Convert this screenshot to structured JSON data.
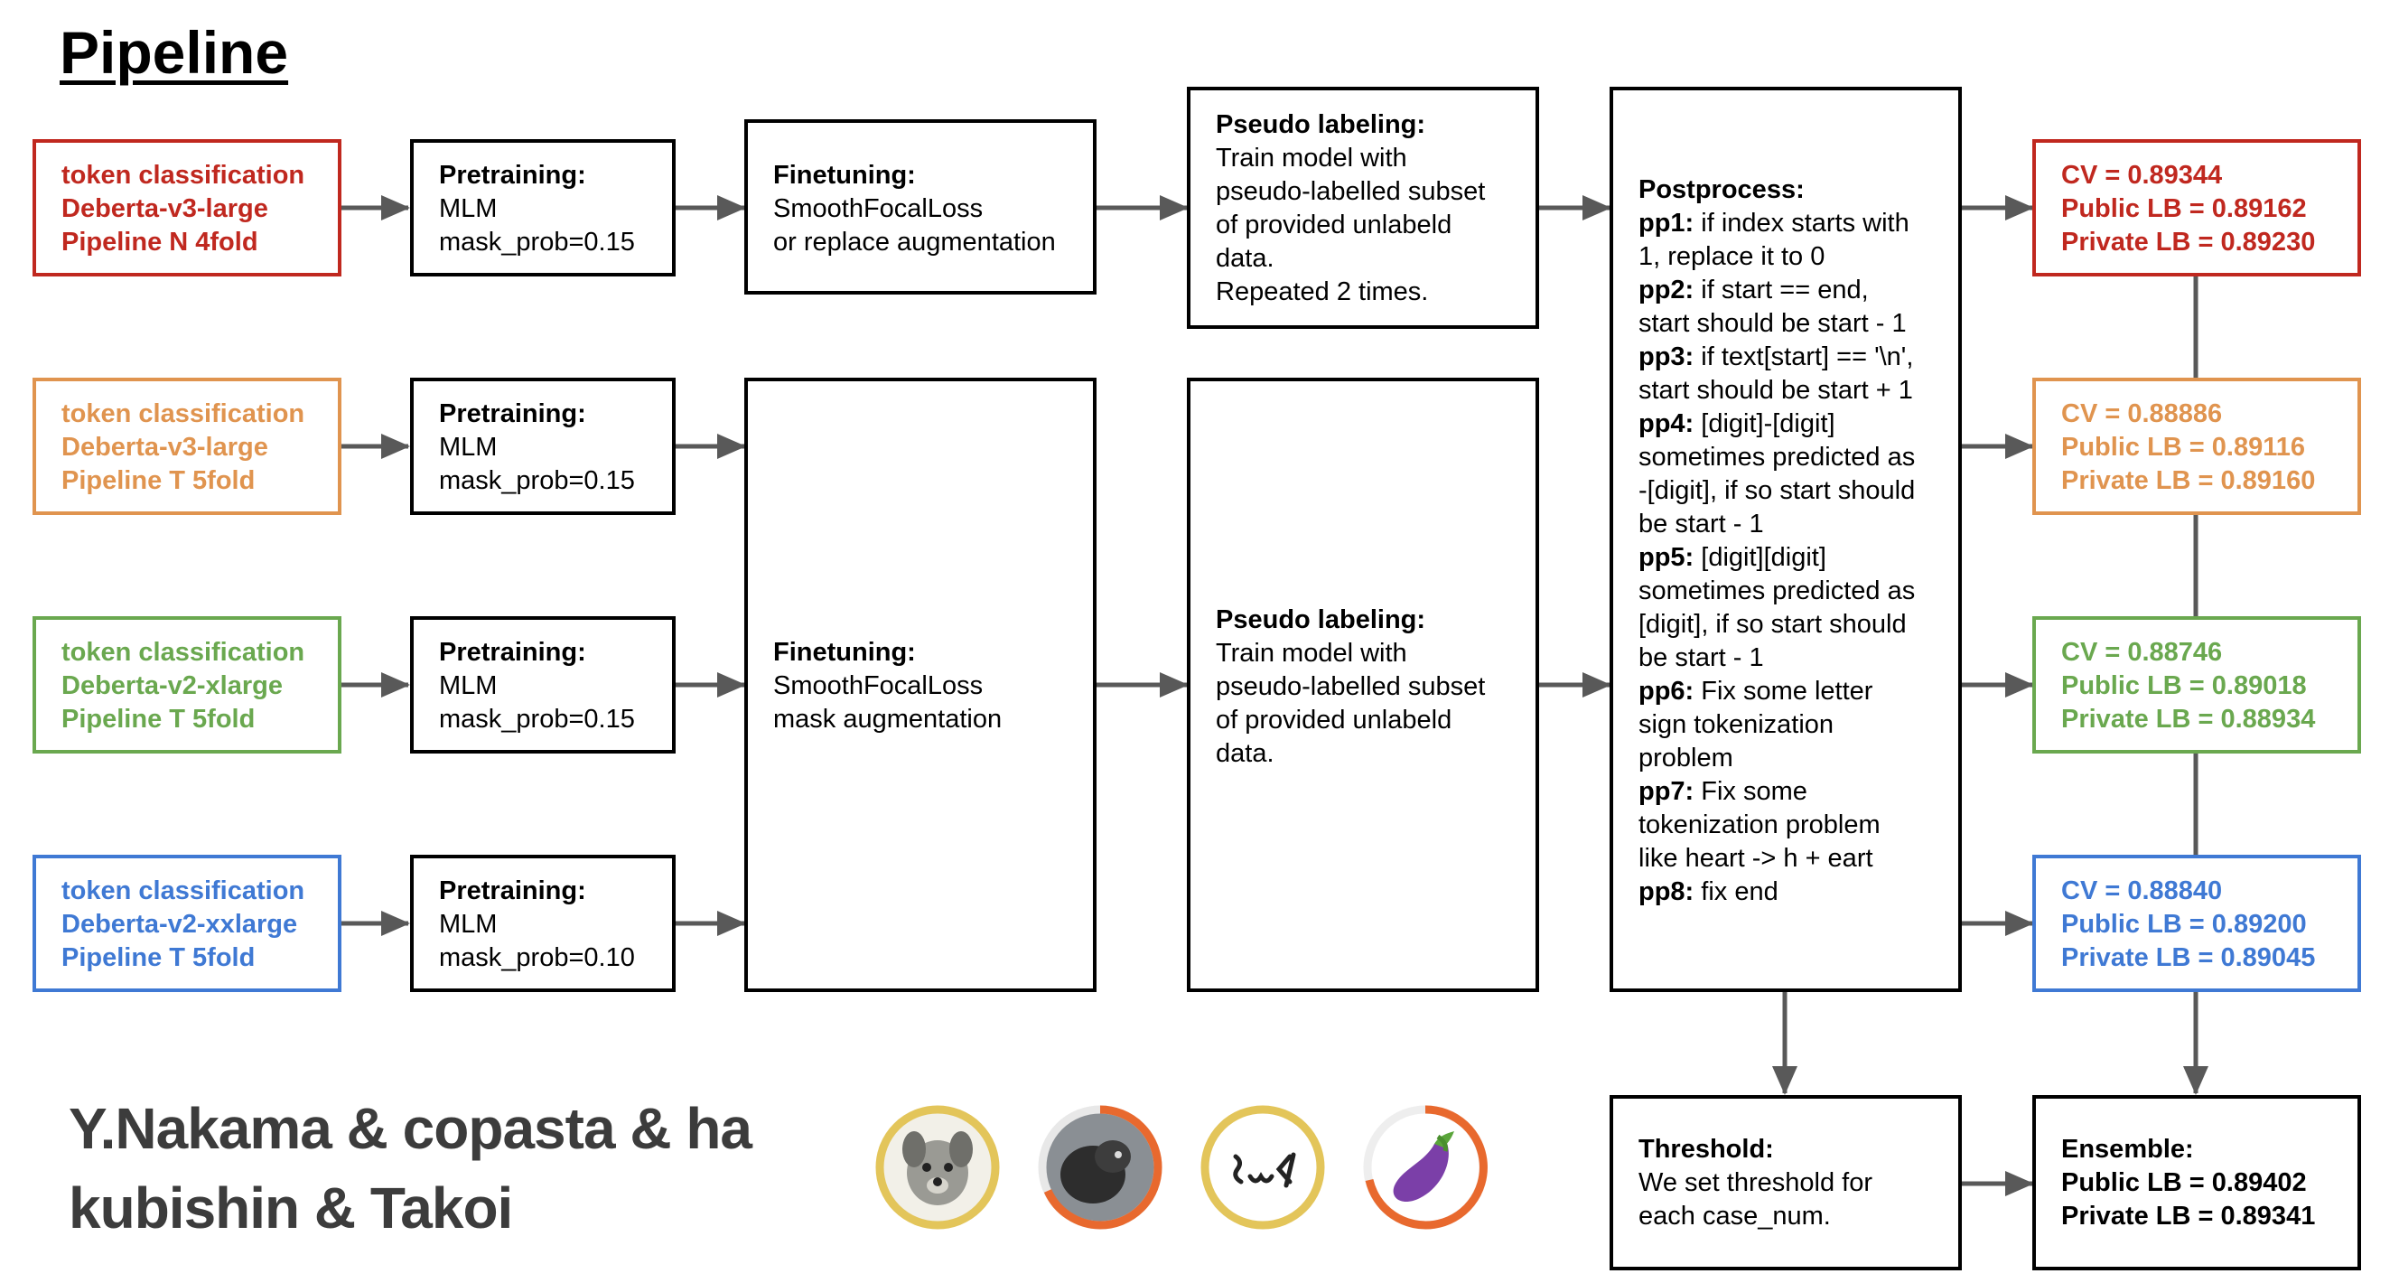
{
  "title": "Pipeline",
  "inputs": [
    {
      "lines": [
        "token classification",
        "Deberta-v3-large",
        "Pipeline N 4fold"
      ],
      "color": "#c0281f"
    },
    {
      "lines": [
        "token classification",
        "Deberta-v3-large",
        "Pipeline T 5fold"
      ],
      "color": "#e0944f"
    },
    {
      "lines": [
        "token classification",
        "Deberta-v2-xlarge",
        "Pipeline T 5fold"
      ],
      "color": "#6aa84f"
    },
    {
      "lines": [
        "token classification",
        "Deberta-v2-xxlarge",
        "Pipeline T 5fold"
      ],
      "color": "#3f79d4"
    }
  ],
  "pretraining": [
    {
      "heading": "Pretraining:",
      "lines": [
        "MLM",
        "mask_prob=0.15"
      ]
    },
    {
      "heading": "Pretraining:",
      "lines": [
        "MLM",
        "mask_prob=0.15"
      ]
    },
    {
      "heading": "Pretraining:",
      "lines": [
        "MLM",
        "mask_prob=0.15"
      ]
    },
    {
      "heading": "Pretraining:",
      "lines": [
        "MLM",
        "mask_prob=0.10"
      ]
    }
  ],
  "finetuning_top": {
    "heading": "Finetuning:",
    "lines": [
      "SmoothFocalLoss",
      "or replace augmentation"
    ]
  },
  "finetuning_bottom": {
    "heading": "Finetuning:",
    "lines": [
      "SmoothFocalLoss",
      "mask augmentation"
    ]
  },
  "pseudo_top": {
    "heading": "Pseudo labeling:",
    "lines": [
      "Train model with",
      "pseudo-labelled subset",
      "of provided unlabeld",
      "data.",
      "Repeated 2 times."
    ]
  },
  "pseudo_bottom": {
    "heading": "Pseudo labeling:",
    "lines": [
      "Train model with",
      "pseudo-labelled subset",
      "of provided unlabeld",
      "data."
    ]
  },
  "postprocess": {
    "heading": "Postprocess:",
    "items": [
      {
        "tag": "pp1:",
        "first": " if index starts with",
        "rest": [
          "1, replace it to 0"
        ]
      },
      {
        "tag": "pp2:",
        "first": " if start == end,",
        "rest": [
          "start should be start - 1"
        ]
      },
      {
        "tag": "pp3:",
        "first": " if text[start] == '\\n',",
        "rest": [
          "start should be start + 1"
        ]
      },
      {
        "tag": "pp4:",
        "first": " [digit]-[digit]",
        "rest": [
          "sometimes predicted as",
          "-[digit], if so start should",
          "be start - 1"
        ]
      },
      {
        "tag": "pp5:",
        "first": " [digit][digit]",
        "rest": [
          "sometimes predicted as",
          "[digit], if so start should",
          "be start - 1"
        ]
      },
      {
        "tag": "pp6:",
        "first": " Fix some letter",
        "rest": [
          "sign tokenization",
          "problem"
        ]
      },
      {
        "tag": "pp7:",
        "first": " Fix some",
        "rest": [
          "tokenization problem",
          "like heart -> h + eart"
        ]
      },
      {
        "tag": "pp8:",
        "first": " fix end",
        "rest": []
      }
    ]
  },
  "results": [
    {
      "lines": [
        "CV = 0.89344",
        "Public LB = 0.89162",
        "Private LB = 0.89230"
      ],
      "color": "#c0281f"
    },
    {
      "lines": [
        "CV = 0.88886",
        "Public LB = 0.89116",
        "Private LB = 0.89160"
      ],
      "color": "#e0944f"
    },
    {
      "lines": [
        "CV = 0.88746",
        "Public LB = 0.89018",
        "Private LB = 0.88934"
      ],
      "color": "#6aa84f"
    },
    {
      "lines": [
        "CV = 0.88840",
        "Public LB = 0.89200",
        "Private LB = 0.89045"
      ],
      "color": "#3f79d4"
    }
  ],
  "threshold": {
    "heading": "Threshold:",
    "lines": [
      "We set threshold for",
      "each case_num."
    ]
  },
  "ensemble": {
    "heading": "Ensemble:",
    "lines": [
      "Public LB = 0.89402",
      "Private LB = 0.89341"
    ]
  },
  "team": {
    "line1": "Y.Nakama & copasta & ha",
    "line2": "kubishin & Takoi"
  },
  "avatars": [
    {
      "icon": "dog-avatar-icon",
      "ring": "#e3c55a"
    },
    {
      "icon": "animal-photo-avatar-icon",
      "ring": "#e8692e"
    },
    {
      "icon": "face-emoticon-avatar-icon",
      "ring": "#e3c55a"
    },
    {
      "icon": "eggplant-avatar-icon",
      "ring": "#e8692e"
    }
  ]
}
